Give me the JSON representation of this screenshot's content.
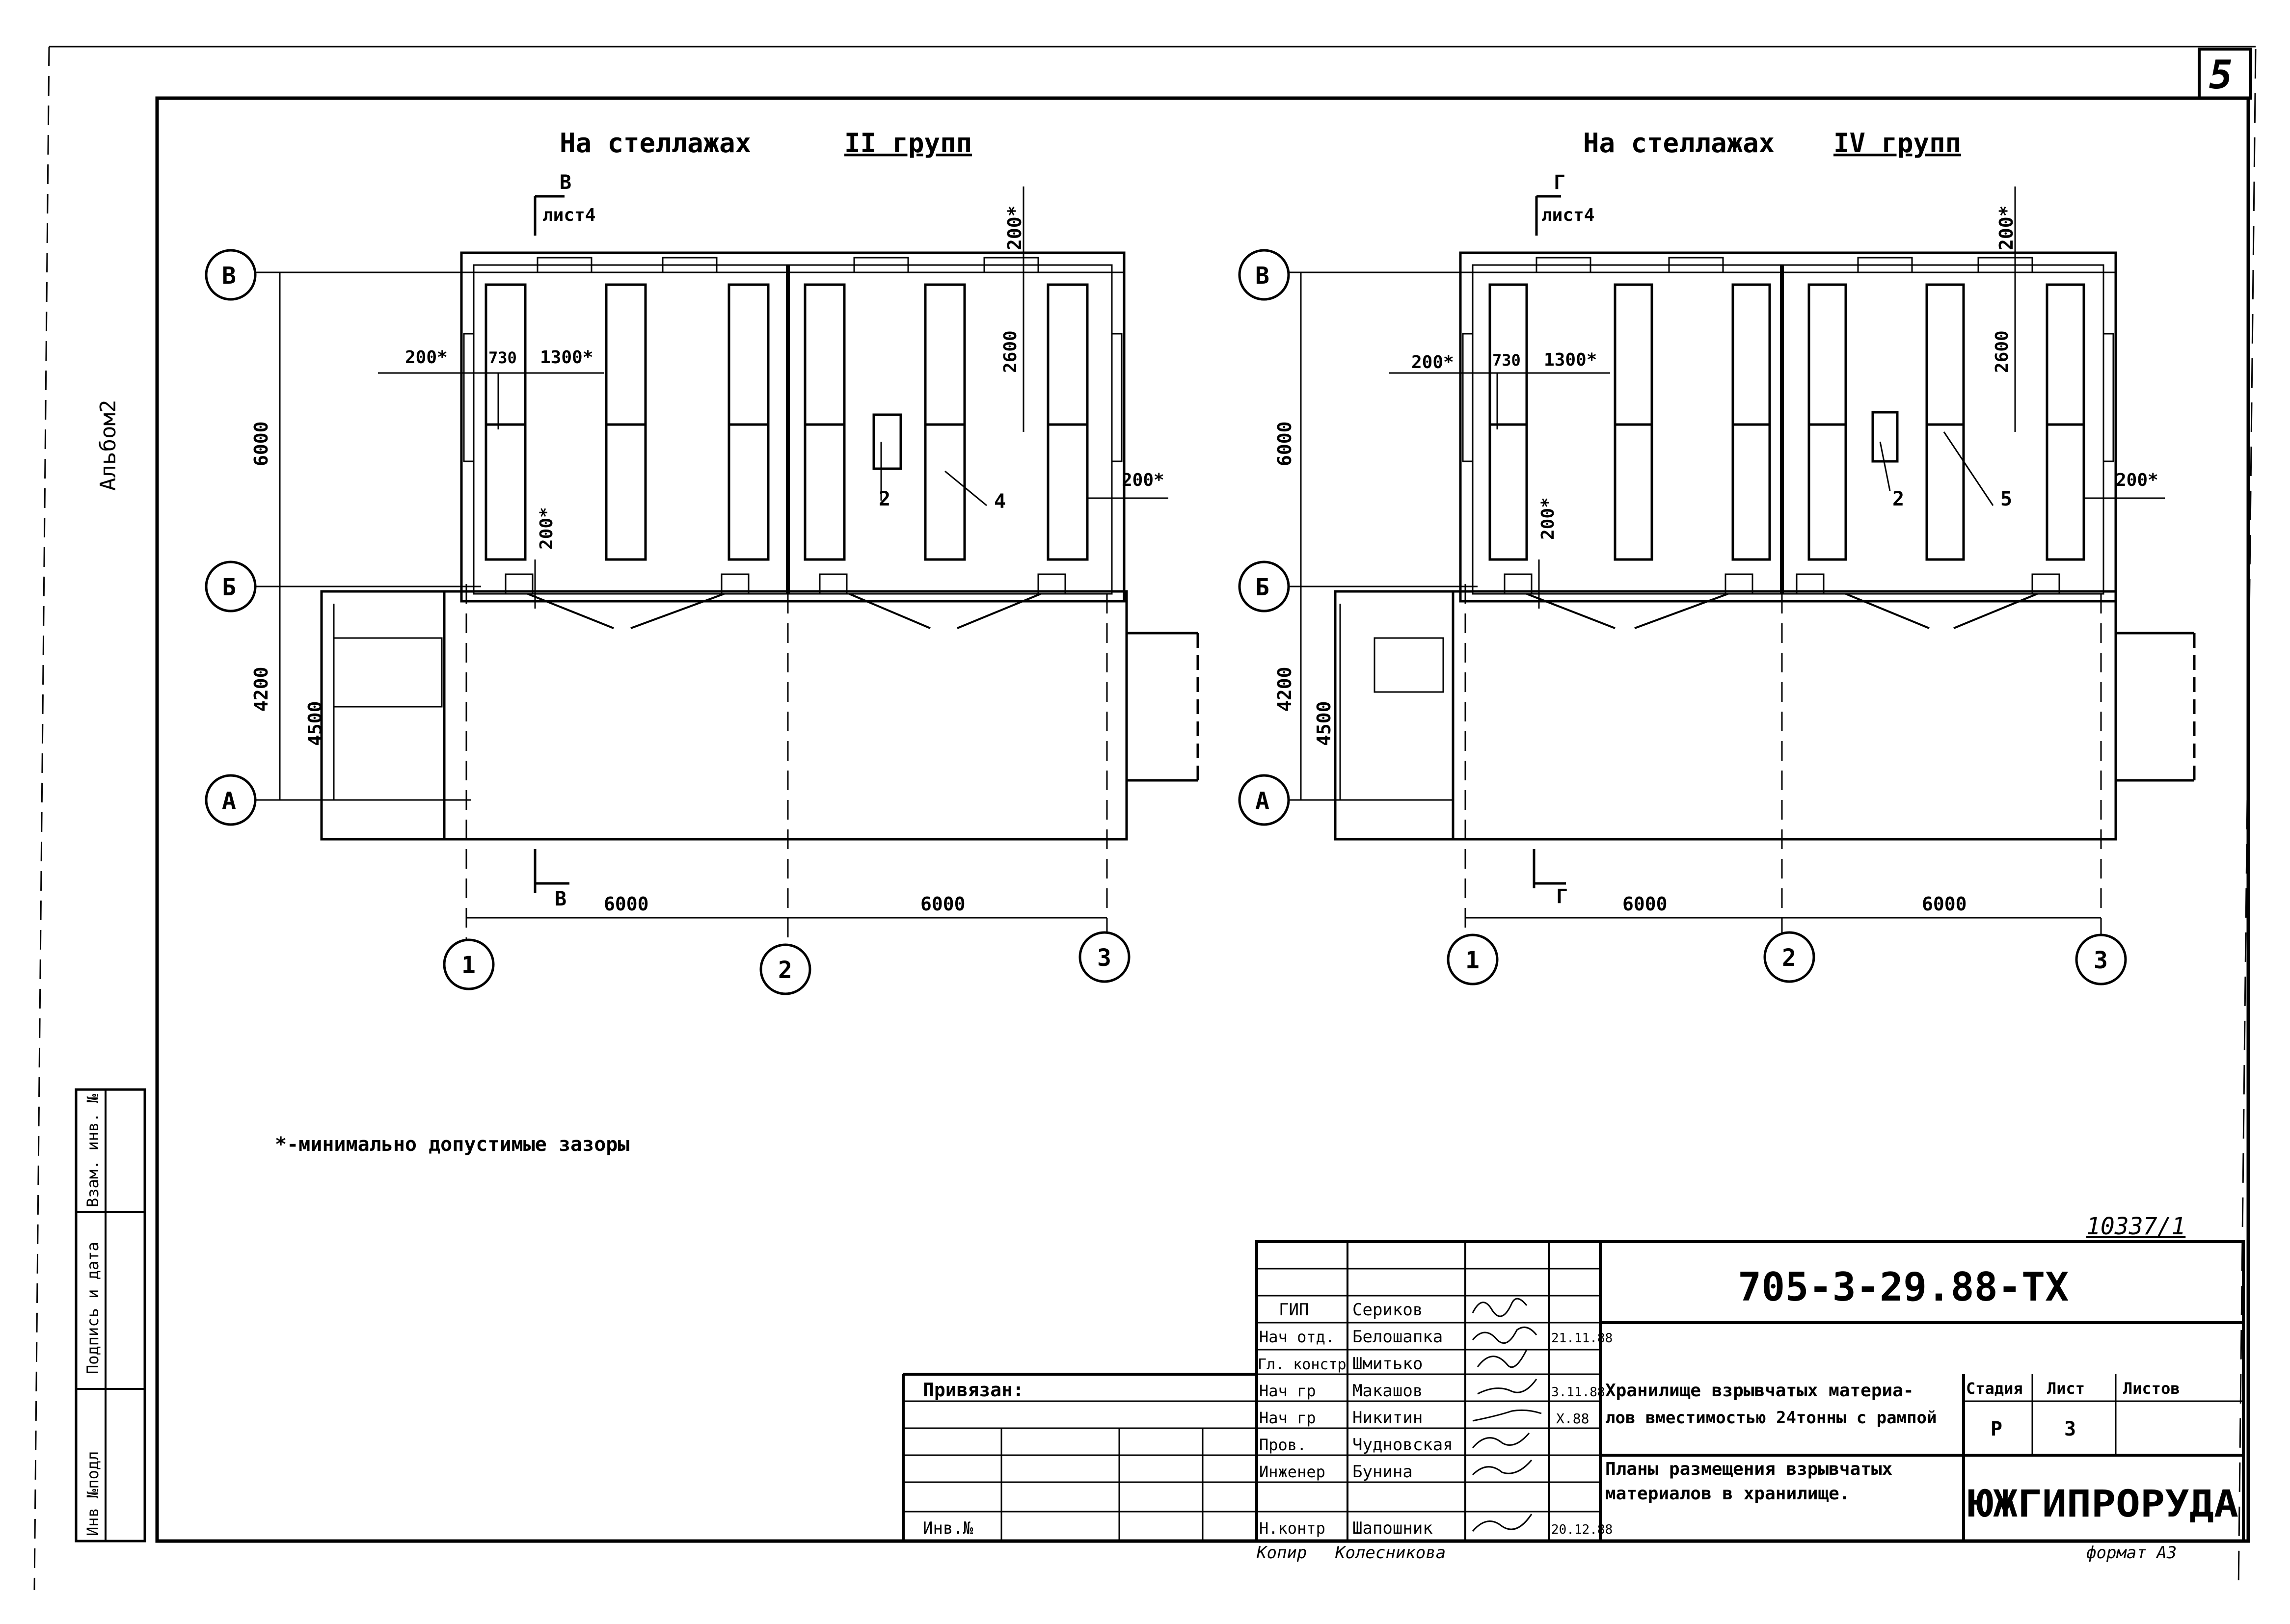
{
  "sheet": {
    "page_number": "5",
    "album": "Альбом2",
    "note": "*-минимально допустимые зазоры",
    "archive_number": "10337/1",
    "format": "формат А3",
    "copied_by": "Копир",
    "copier_name": "Колесникова"
  },
  "plan_left": {
    "title_prefix": "На стеллажах",
    "title_group": "II групп",
    "section_top": "В",
    "section_top_sheet": "лист4",
    "section_bottom": "В",
    "axes_rows": [
      "В",
      "Б",
      "А"
    ],
    "axes_cols": [
      "1",
      "2",
      "3"
    ],
    "dims": {
      "top_200": "200*",
      "left_200": "200*",
      "d_730": "730",
      "d_1300": "1300*",
      "d_2600": "2600",
      "right_200": "200*",
      "inner_200": "200*",
      "h_6000": "6000",
      "h_4200": "4200",
      "h_4500": "4500",
      "w_6000_a": "6000",
      "w_6000_b": "6000"
    },
    "callouts": [
      "2",
      "4"
    ]
  },
  "plan_right": {
    "title_prefix": "На стеллажах",
    "title_group": "IV групп",
    "section_top": "Г",
    "section_top_sheet": "лист4",
    "section_bottom": "Г",
    "axes_rows": [
      "В",
      "Б",
      "А"
    ],
    "axes_cols": [
      "1",
      "2",
      "3"
    ],
    "dims": {
      "top_200": "200*",
      "left_200": "200*",
      "d_730": "730",
      "d_1300": "1300*",
      "d_2600": "2600",
      "right_200": "200*",
      "inner_200": "200*",
      "h_6000": "6000",
      "h_4200": "4200",
      "h_4500": "4500",
      "w_6000_a": "6000",
      "w_6000_b": "6000"
    },
    "callouts": [
      "2",
      "5"
    ]
  },
  "side_stamp": {
    "inv_original": "Инв №подл",
    "sign_date": "Подпись и дата",
    "replaces_inv": "Взам. инв. №"
  },
  "title_block": {
    "designation": "705-3-29.88-ТХ",
    "bound_to": "Привязан:",
    "inv_no": "Инв.№",
    "roles": [
      {
        "role": "ГИП",
        "name": "Сериков",
        "date": ""
      },
      {
        "role": "Нач отд.",
        "name": "Белошапка",
        "date": "21.11.88"
      },
      {
        "role": "Гл. констр",
        "name": "Шмитько",
        "date": ""
      },
      {
        "role": "Нач гр",
        "name": "Макашов",
        "date": "3.11.88"
      },
      {
        "role": "Нач гр",
        "name": "Никитин",
        "date": "X.88"
      },
      {
        "role": "Пров.",
        "name": "Чудновская",
        "date": ""
      },
      {
        "role": "Инженер",
        "name": "Бунина",
        "date": ""
      },
      {
        "role": "Н.контр",
        "name": "Шапошник",
        "date": "20.12.88"
      }
    ],
    "object_title_1": "Хранилище взрывчатых материа-",
    "object_title_2": "лов вместимостью 24тонны с рампой",
    "sheet_title_1": "Планы размещения взрывчатых",
    "sheet_title_2": "материалов в хранилище.",
    "stage_label": "Стадия",
    "sheet_label": "Лист",
    "sheets_label": "Листов",
    "stage_value": "Р",
    "sheet_value": "3",
    "sheets_value": "",
    "organization": "ЮЖГИПРОРУДА"
  }
}
